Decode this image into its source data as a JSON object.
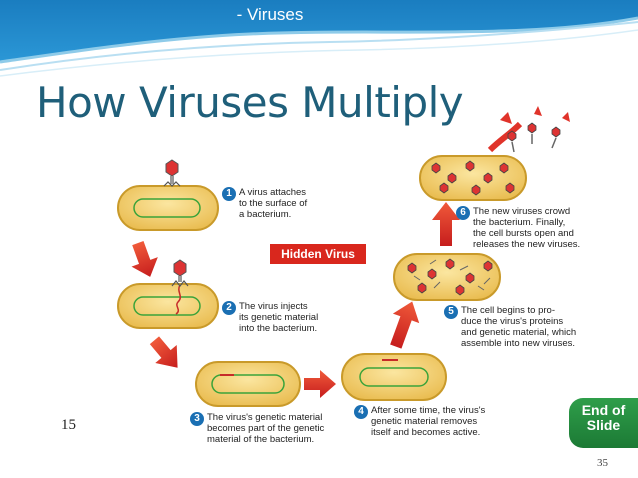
{
  "header": {
    "subtitle": "- Viruses",
    "title": "How Viruses Multiply"
  },
  "hidden_virus_label": "Hidden Virus",
  "steps": [
    {
      "num": "1",
      "text": "A virus attaches\nto the surface of\na bacterium."
    },
    {
      "num": "2",
      "text": "The virus injects\nits genetic material\ninto the bacterium."
    },
    {
      "num": "3",
      "text": "The virus's genetic material\nbecomes part of the genetic\nmaterial of the bacterium."
    },
    {
      "num": "4",
      "text": "After some time, the virus's\ngenetic material removes\nitself and becomes active."
    },
    {
      "num": "5",
      "text": "The cell begins to pro-\nduce the virus's proteins\nand genetic material, which\nassemble into new viruses."
    },
    {
      "num": "6",
      "text": "The new viruses crowd\nthe bacterium. Finally,\nthe cell bursts open and\nreleases the new viruses."
    }
  ],
  "end_of_slide": {
    "line1": "End of",
    "line2": "Slide"
  },
  "page_left": "15",
  "page_right": "35",
  "colors": {
    "title": "#1f5f7a",
    "header_band": "#1f86c8",
    "bacterium_fill": "#f2cf6a",
    "bacterium_stroke": "#c99a2a",
    "dna_green": "#3aa33a",
    "arrow_red": "#e0332a",
    "step_badge": "#1a6fb3",
    "end_green": "#2f9e4a"
  }
}
